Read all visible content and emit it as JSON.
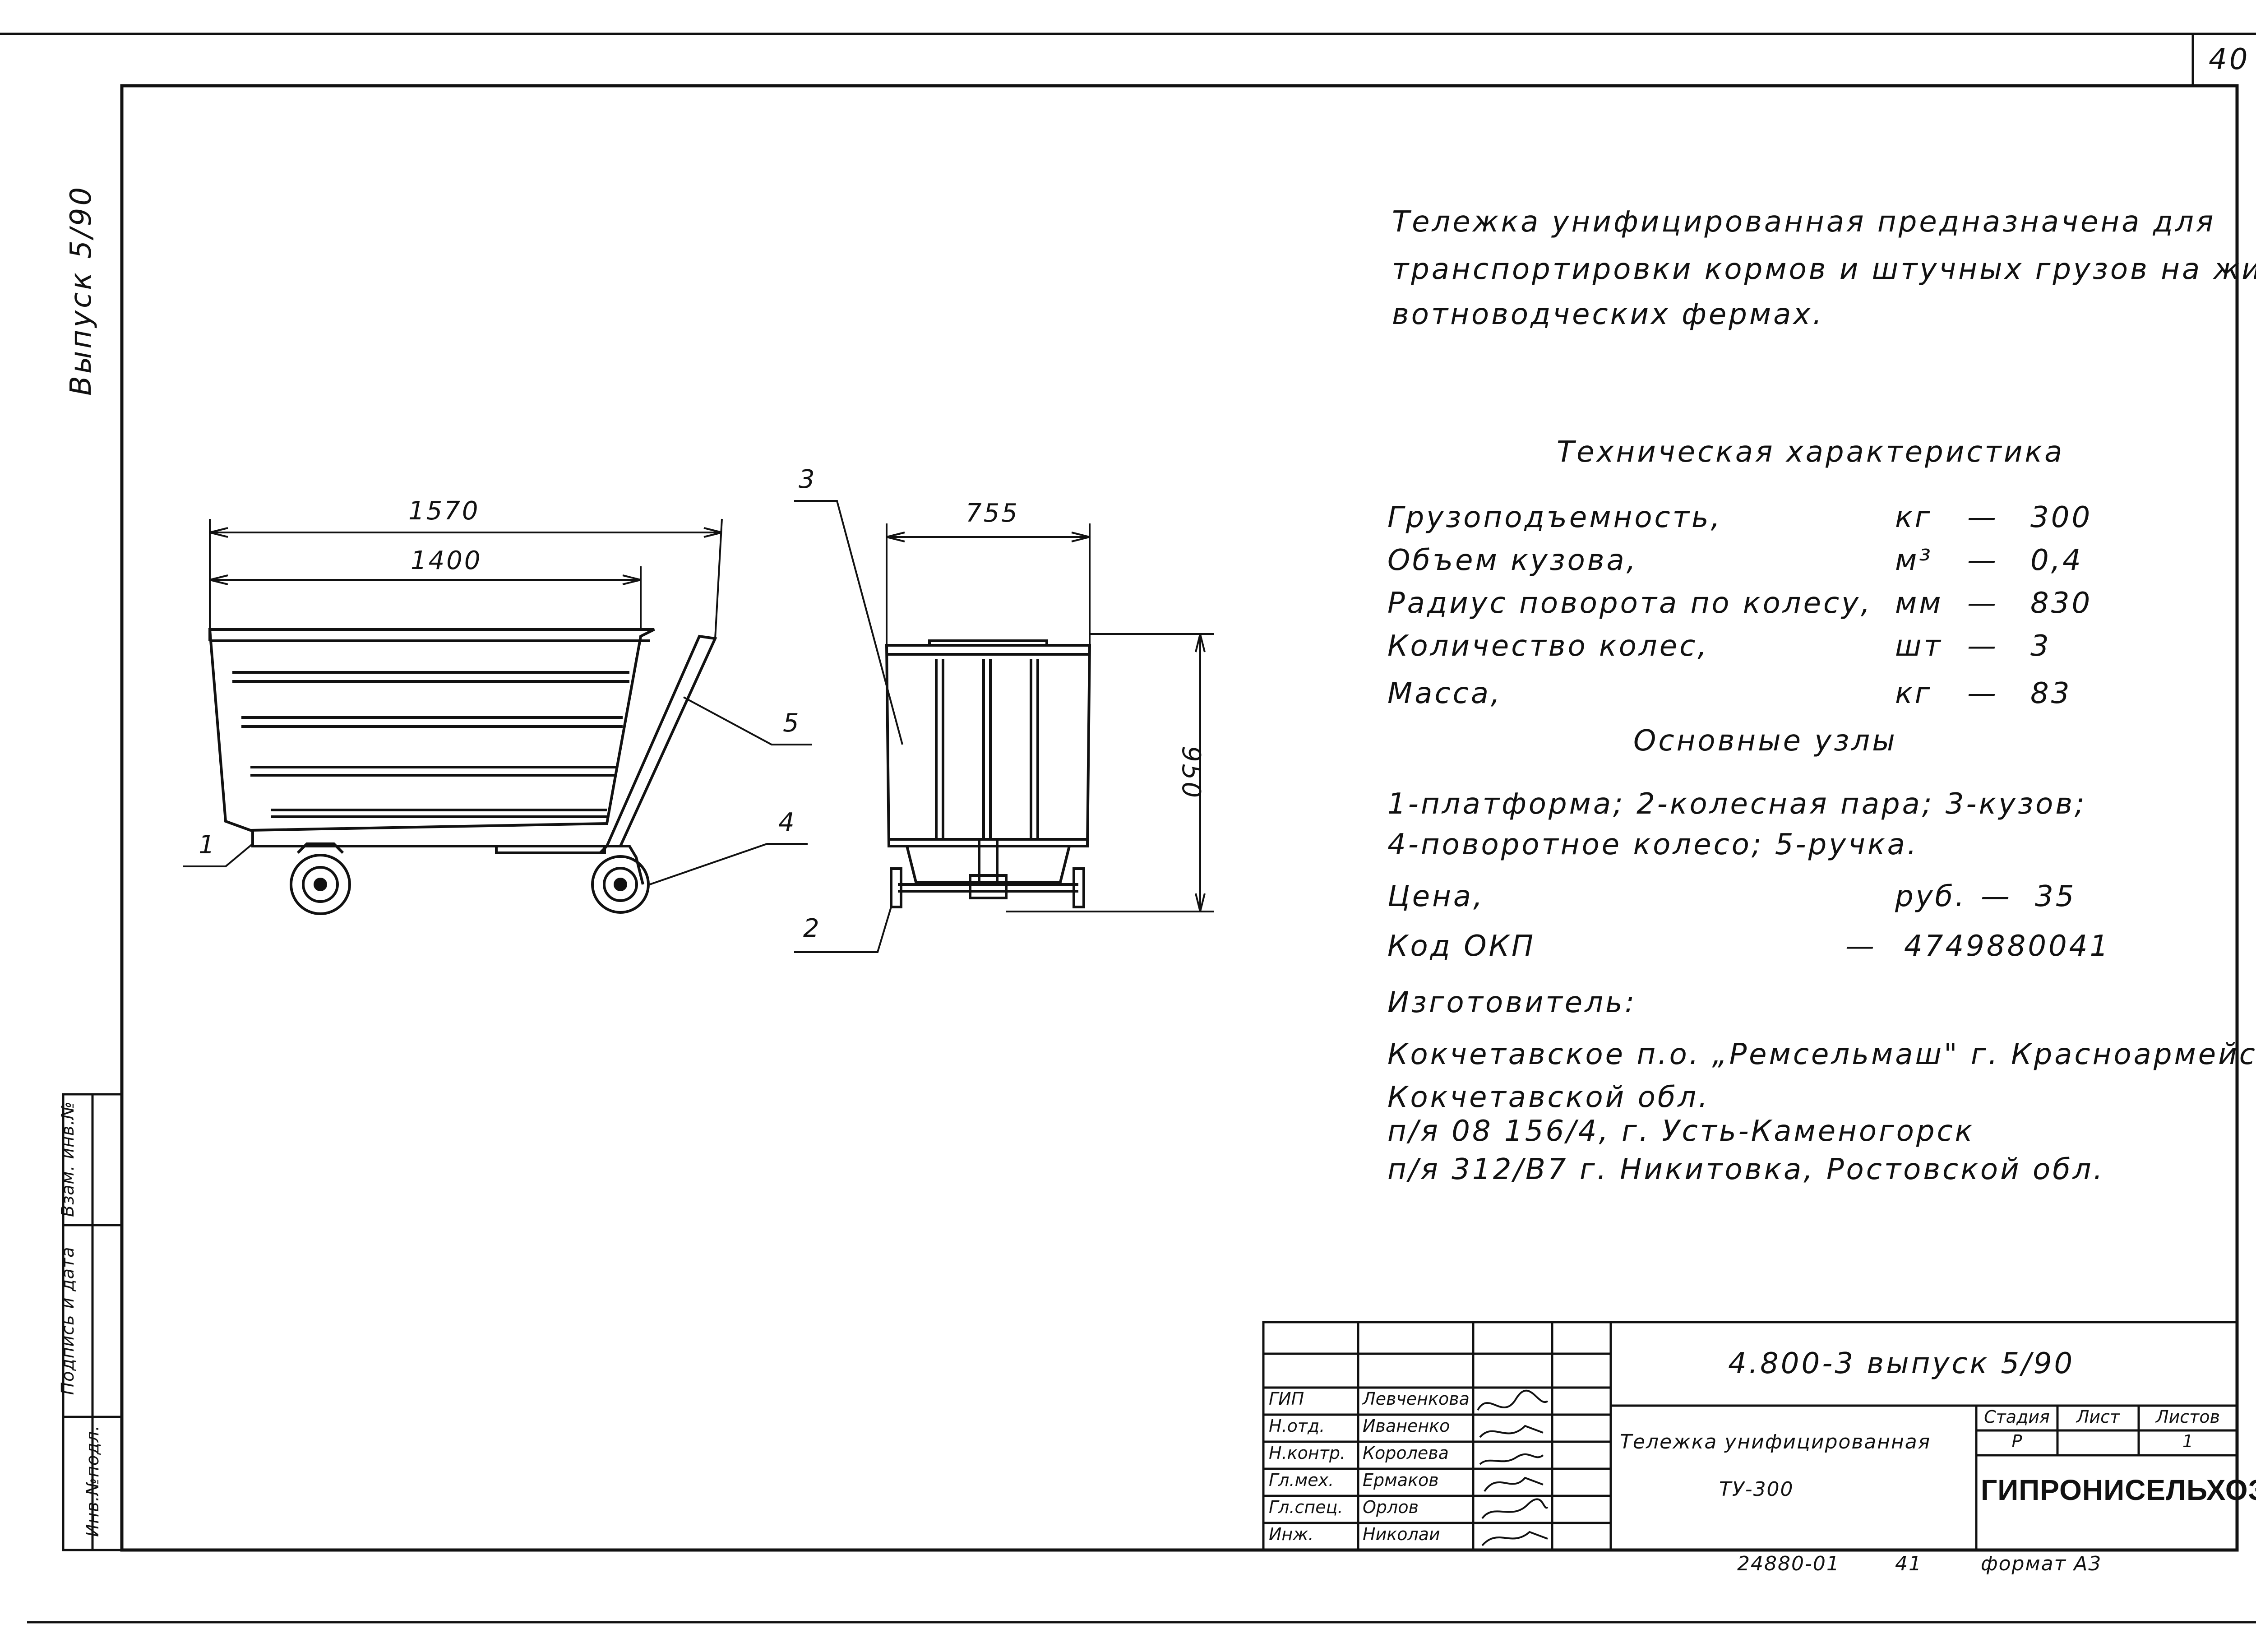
{
  "page_number": "40",
  "side_issue_label": "Выпуск  5/90",
  "side_strip": {
    "inv_podl": "Инв.№подл.",
    "podpis_data": "Подпись и дата",
    "vzam_inv": "Взам. инв.№"
  },
  "drawing": {
    "side_view": {
      "dim_overall": "1570",
      "dim_body": "1400",
      "callouts": [
        "1",
        "5",
        "4"
      ]
    },
    "front_view": {
      "dim_width": "755",
      "dim_height": "950",
      "callouts": [
        "3",
        "2"
      ]
    }
  },
  "description": {
    "line1": "Тележка унифицированная предназначена для",
    "line2": "транспортировки кормов и штучных грузов на жи-",
    "line3": "вотноводческих фермах."
  },
  "specs": {
    "title": "Техническая характеристика",
    "rows": [
      {
        "label": "Грузоподъемность,",
        "unit": "кг",
        "dash": "—",
        "value": "300"
      },
      {
        "label": "Объем кузова,",
        "unit": "м³",
        "dash": "—",
        "value": "0,4"
      },
      {
        "label": "Радиус поворота по колесу,",
        "unit": "мм",
        "dash": "—",
        "value": "830"
      },
      {
        "label": "Количество колес,",
        "unit": "шт",
        "dash": "—",
        "value": "3"
      },
      {
        "label": "Масса,",
        "unit": "кг",
        "dash": "—",
        "value": "83"
      }
    ]
  },
  "units": {
    "title": "Основные узлы",
    "line1": "1-платформа; 2-колесная пара; 3-кузов;",
    "line2": "4-поворотное колесо; 5-ручка."
  },
  "price": {
    "label": "Цена,",
    "unit": "руб.",
    "dash": "—",
    "value": "35"
  },
  "okp": {
    "label": "Код ОКП",
    "dash": "—",
    "value": "4749880041"
  },
  "manufacturer": {
    "title": "Изготовитель:",
    "line1": "Кокчетавское п.о. „Ремсельмаш\" г. Красноармейск,",
    "line2": "Кокчетавской обл.",
    "line3": "п/я  08  156/4, г. Усть-Каменогорск",
    "line4": "п/я  312/В7  г. Никитовка, Ростовской обл."
  },
  "title_block": {
    "designation": "4.800-3     выпуск  5/90",
    "doc_title_line1": "Тележка унифицированная",
    "doc_title_line2": "ТУ-300",
    "stage_header": "Стадия",
    "sheet_header": "Лист",
    "sheets_header": "Листов",
    "stage": "Р",
    "sheet": "1",
    "sheets": "",
    "organization": "ГИПРОНИСЕЛЬХОЗ",
    "people": [
      {
        "role": "ГИП",
        "name": "Левченкова"
      },
      {
        "role": "Н.отд.",
        "name": "Иваненко"
      },
      {
        "role": "Н.контр.",
        "name": "Королева"
      },
      {
        "role": "Гл.мех.",
        "name": "Ермаков"
      },
      {
        "role": "Гл.спец.",
        "name": "Орлов"
      },
      {
        "role": "Инж.",
        "name": "Николаи"
      }
    ]
  },
  "footer": {
    "code": "24880-01",
    "num": "41",
    "format": "формат А3"
  }
}
